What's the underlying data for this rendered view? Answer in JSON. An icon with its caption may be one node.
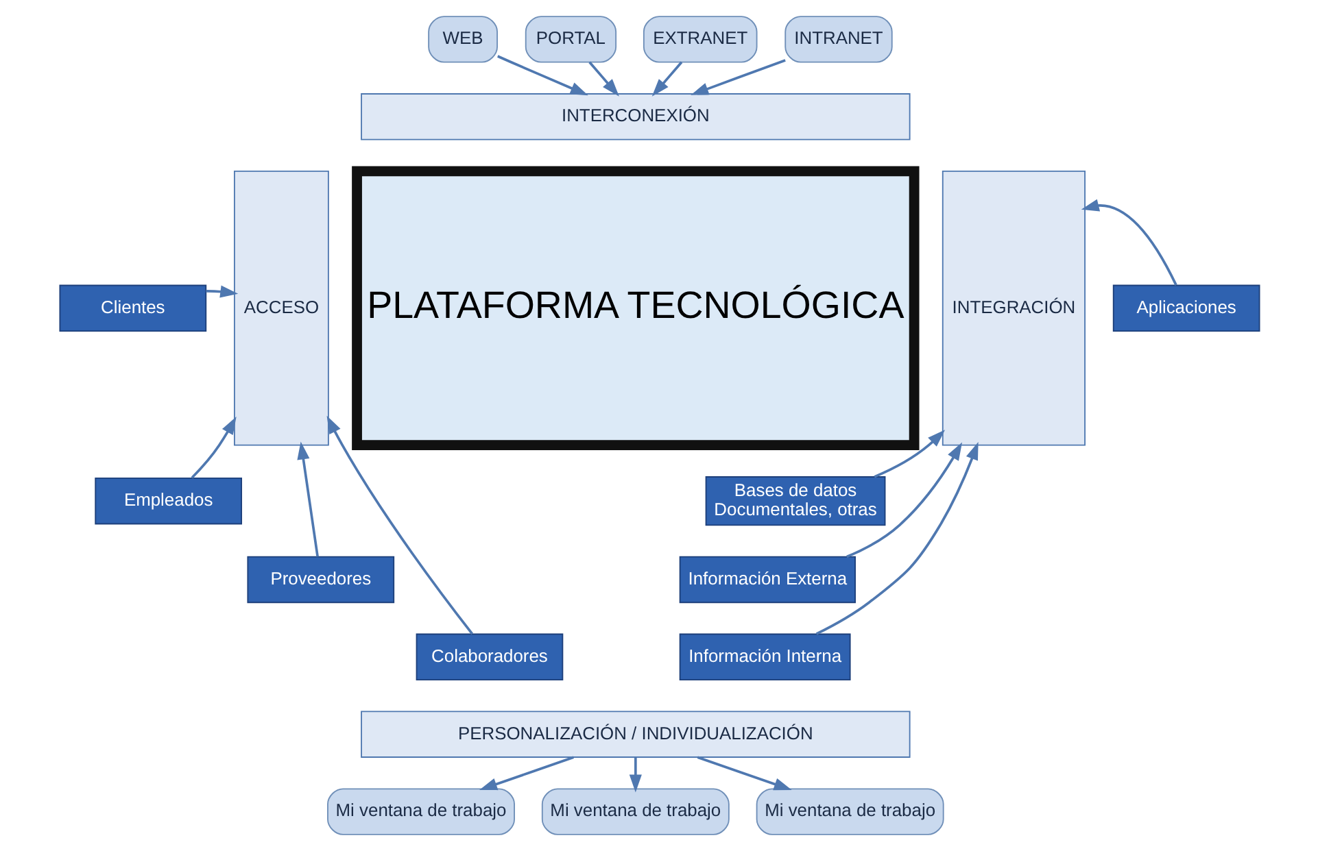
{
  "diagram": {
    "nodes": [
      {
        "text": [
          "WEB"
        ]
      },
      {
        "text": [
          "PORTAL"
        ]
      },
      {
        "text": [
          "EXTRANET"
        ]
      },
      {
        "text": [
          "INTRANET"
        ]
      },
      {
        "text": [
          "INTERCONEXIÓN"
        ]
      },
      {
        "text": [
          "Clientes"
        ]
      },
      {
        "text": [
          "Empleados"
        ]
      },
      {
        "text": [
          "Proveedores"
        ]
      },
      {
        "text": [
          "Colaboradores"
        ]
      },
      {
        "text": [
          "ACCESO"
        ]
      },
      {
        "text": [
          "PLATAFORMA TECNOLÓGICA"
        ]
      },
      {
        "text": [
          "INTEGRACIÓN"
        ]
      },
      {
        "text": [
          "Aplicaciones"
        ]
      },
      {
        "text": [
          "Bases de datos",
          "Documentales, otras"
        ]
      },
      {
        "text": [
          "Información Externa"
        ]
      },
      {
        "text": [
          "Información Interna"
        ]
      },
      {
        "text": [
          "PERSONALIZACIÓN / INDIVIDUALIZACIÓN"
        ]
      },
      {
        "text": [
          "Mi ventana de trabajo"
        ]
      },
      {
        "text": [
          "Mi ventana de trabajo"
        ]
      },
      {
        "text": [
          "Mi ventana de trabajo"
        ]
      }
    ],
    "edges": [
      {
        "from": 0,
        "to": 4,
        "arrow": "to"
      },
      {
        "from": 1,
        "to": 4,
        "arrow": "to"
      },
      {
        "from": 2,
        "to": 4,
        "arrow": "to"
      },
      {
        "from": 3,
        "to": 4,
        "arrow": "to"
      },
      {
        "from": 5,
        "to": 9,
        "arrow": "to"
      },
      {
        "from": 6,
        "to": 9,
        "arrow": "to"
      },
      {
        "from": 7,
        "to": 9,
        "arrow": "to"
      },
      {
        "from": 8,
        "to": 9,
        "arrow": "to"
      },
      {
        "from": 12,
        "to": 11,
        "arrow": "to"
      },
      {
        "from": 13,
        "to": 11,
        "arrow": "to"
      },
      {
        "from": 14,
        "to": 11,
        "arrow": "to"
      },
      {
        "from": 15,
        "to": 11,
        "arrow": "to"
      },
      {
        "from": 16,
        "to": 17,
        "arrow": "to"
      },
      {
        "from": 16,
        "to": 18,
        "arrow": "to"
      },
      {
        "from": 16,
        "to": 19,
        "arrow": "to"
      }
    ]
  }
}
